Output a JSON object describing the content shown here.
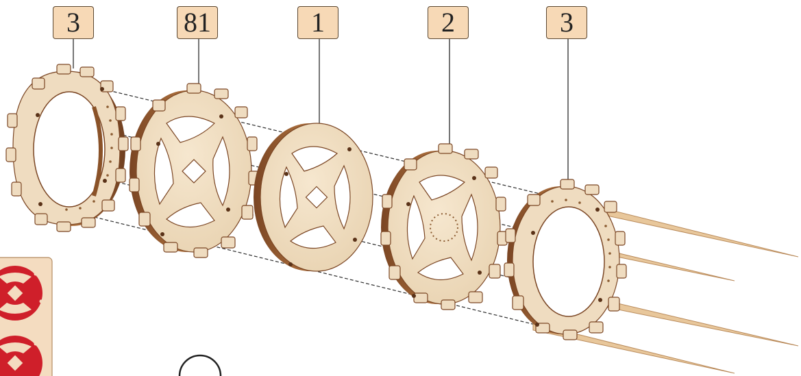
{
  "title": "",
  "part_labels": [
    {
      "id": "ring-left",
      "number": "3"
    },
    {
      "id": "disc-a",
      "number": "81"
    },
    {
      "id": "disc-center",
      "number": "1"
    },
    {
      "id": "disc-b",
      "number": "2"
    },
    {
      "id": "ring-right",
      "number": "3"
    }
  ],
  "colors": {
    "wood_face": "#efdcc0",
    "wood_edge": "#a1653a",
    "wood_dark": "#6f3f20",
    "label_fill": "#f7d9b6",
    "label_border": "#5a4630",
    "sheet_part": "#cf1f2a",
    "stick": "#e8c79b"
  }
}
